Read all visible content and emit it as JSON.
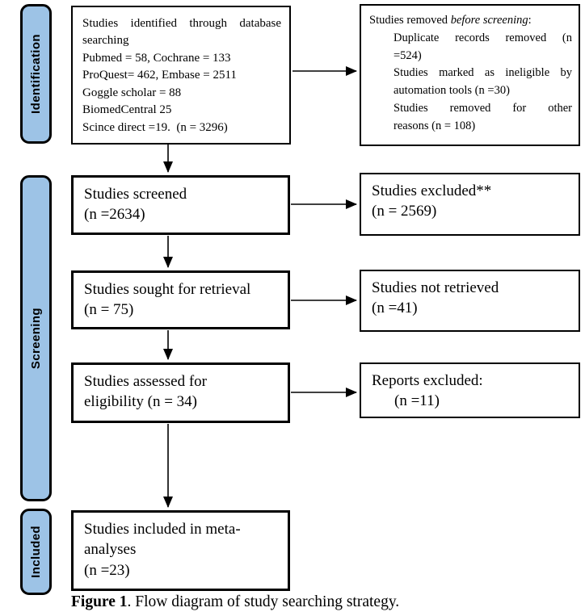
{
  "stages": {
    "identification": "Identification",
    "screening": "Screening",
    "included": "Included"
  },
  "colors": {
    "stage_fill": "#9DC3E6",
    "stage_border": "#000000",
    "box_border": "#000000",
    "arrow": "#000000"
  },
  "boxes": {
    "identified": {
      "lines": [
        "Studies identified through database",
        "searching",
        "Pubmed = 58, Cochrane = 133",
        "ProQuest= 462, Embase = 2511",
        "Goggle scholar = 88",
        "BiomedCentral 25",
        "Scince direct =19.  (n = 3296)"
      ]
    },
    "removed": {
      "heading": {
        "prefix": "Studies removed ",
        "italic": "before screening",
        "suffix": ":"
      },
      "items": [
        "Duplicate records removed (n",
        "=524)",
        "Studies marked as ineligible by",
        "automation tools (n =30)",
        "Studies removed for other",
        "reasons (n = 108)"
      ]
    },
    "screened": {
      "lines": [
        "Studies screened",
        "(n =2634)"
      ]
    },
    "excluded": {
      "lines": [
        "Studies excluded**",
        "(n = 2569)"
      ]
    },
    "sought": {
      "lines": [
        "Studies sought for retrieval",
        "(n = 75)"
      ]
    },
    "not_retrieved": {
      "lines": [
        "Studies not retrieved",
        "(n =41)"
      ]
    },
    "assessed": {
      "lines": [
        "Studies assessed for",
        "eligibility (n = 34)"
      ]
    },
    "reports_excluded": {
      "lines": [
        "Reports excluded:",
        "(n =11)"
      ]
    },
    "included_meta": {
      "lines": [
        "Studies included in meta-",
        "analyses",
        "(n =23)"
      ]
    }
  },
  "edges": [
    {
      "from": "identified",
      "to": "removed"
    },
    {
      "from": "identified",
      "to": "screened"
    },
    {
      "from": "screened",
      "to": "excluded"
    },
    {
      "from": "screened",
      "to": "sought"
    },
    {
      "from": "sought",
      "to": "not_retrieved"
    },
    {
      "from": "sought",
      "to": "assessed"
    },
    {
      "from": "assessed",
      "to": "reports_excluded"
    },
    {
      "from": "assessed",
      "to": "included_meta"
    }
  ],
  "caption": {
    "bold": "Figure 1",
    "rest": ". Flow diagram of study searching strategy."
  }
}
